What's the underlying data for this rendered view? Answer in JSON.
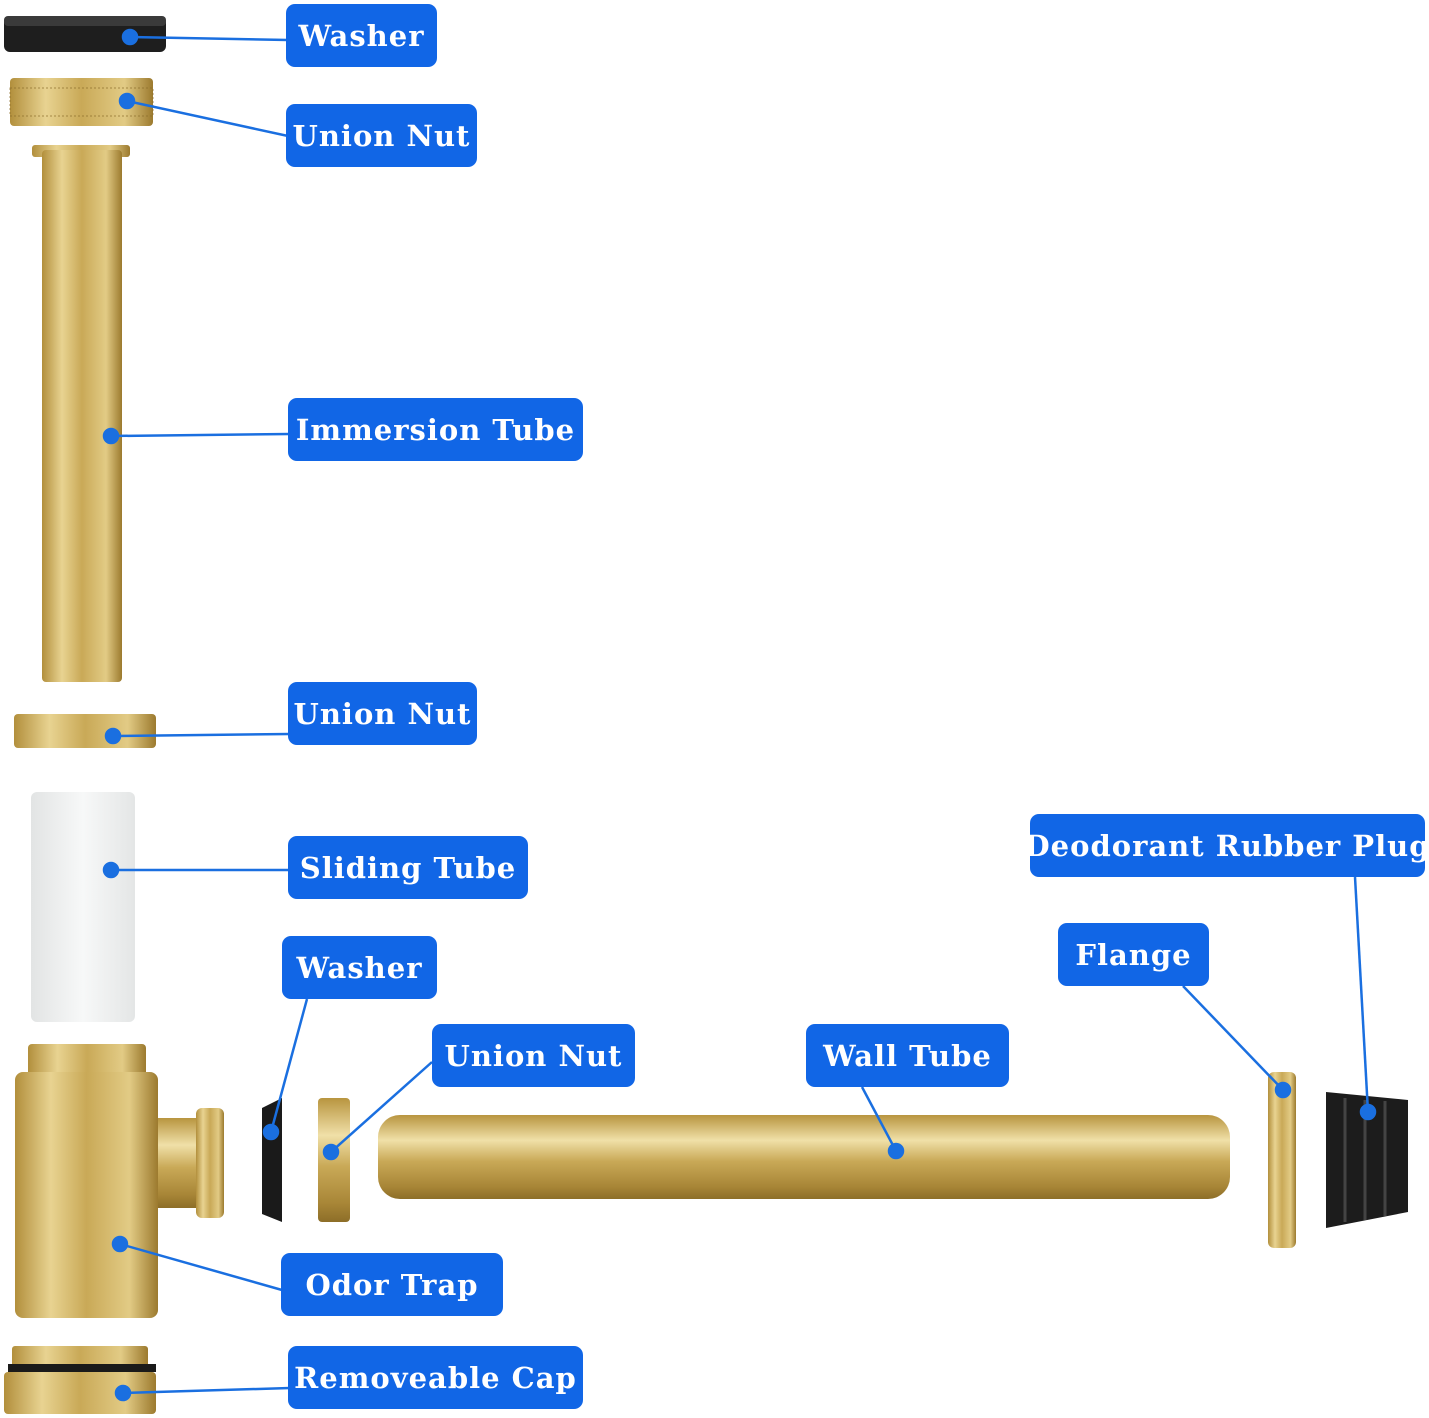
{
  "colors": {
    "label_bg": "#1166e6",
    "label_text": "#ffffff",
    "leader": "#1a6fe0",
    "brass": "#c9a957",
    "rubber": "#1a1a1a",
    "sliding_tube": "#eef0f0"
  },
  "labels": {
    "washer_top": "Washer",
    "union_nut_top": "Union Nut",
    "immersion_tube": "Immersion Tube",
    "union_nut_mid": "Union Nut",
    "sliding_tube": "Sliding Tube",
    "washer_bottom": "Washer",
    "union_nut_bottom": "Union Nut",
    "wall_tube": "Wall Tube",
    "flange": "Flange",
    "deodorant_rubber_plug": "Deodorant Rubber Plug",
    "odor_trap": "Odor Trap",
    "removeable_cap": "Removeable Cap"
  }
}
